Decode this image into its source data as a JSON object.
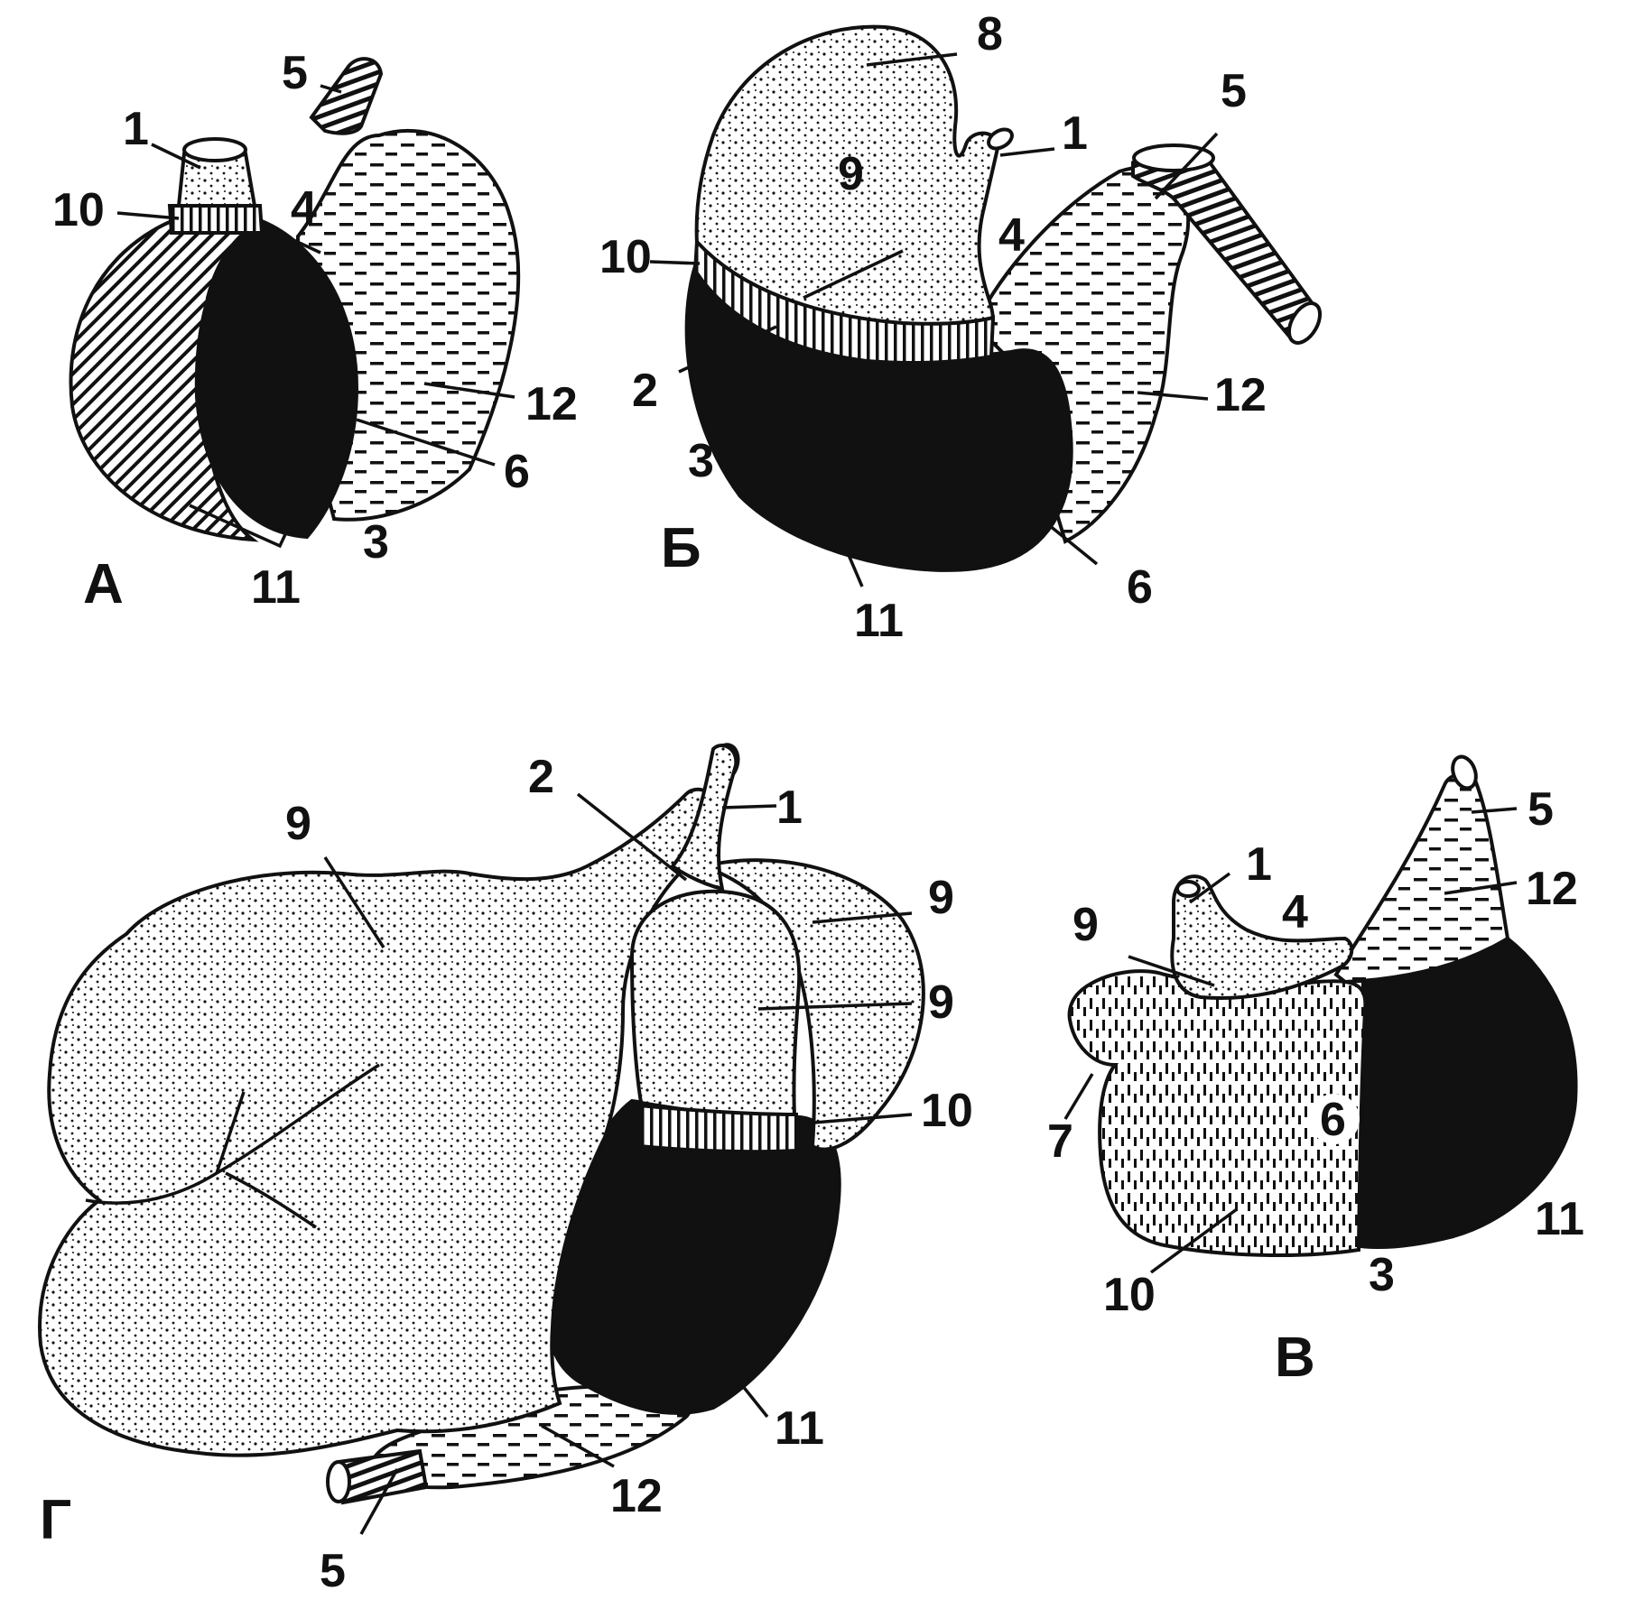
{
  "panels": [
    {
      "letter": "А",
      "labels": [
        "1",
        "10",
        "5",
        "4",
        "12",
        "6",
        "3",
        "11"
      ]
    },
    {
      "letter": "Б",
      "labels": [
        "8",
        "1",
        "5",
        "9",
        "4",
        "10",
        "2",
        "12",
        "3",
        "6",
        "11"
      ]
    },
    {
      "letter": "Г",
      "labels": [
        "9",
        "2",
        "1",
        "9",
        "9",
        "10",
        "11",
        "12",
        "5"
      ]
    },
    {
      "letter": "В",
      "labels": [
        "5",
        "1",
        "12",
        "9",
        "4",
        "6",
        "7",
        "11",
        "10",
        "3"
      ]
    }
  ],
  "colors": {
    "ink": "#111111",
    "paper": "#ffffff"
  }
}
